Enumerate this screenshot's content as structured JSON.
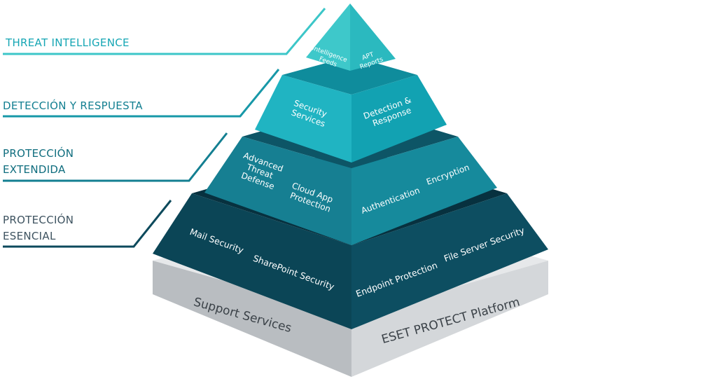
{
  "tiers": [
    {
      "label_lines": [
        "THREAT INTELLIGENCE"
      ],
      "color": "#3cc6c8",
      "left_labels": [
        [
          "Intelligence",
          "Feeds"
        ]
      ],
      "right_labels": [
        [
          "APT",
          "Reports"
        ]
      ]
    },
    {
      "label_lines": [
        "DETECCIÓN Y RESPUESTA"
      ],
      "color": "#16a6b4",
      "left_labels": [
        [
          "Security",
          "Services"
        ]
      ],
      "right_labels": [
        [
          "Detection &",
          "Response"
        ]
      ]
    },
    {
      "label_lines": [
        "PROTECCIÓN",
        "EXTENDIDA"
      ],
      "color": "#137f91",
      "left_labels": [
        [
          "Advanced",
          "Threat",
          "Defense"
        ],
        [
          "Cloud App",
          "Protection"
        ]
      ],
      "right_labels": [
        [
          "Authentication"
        ],
        [
          "Encryption"
        ]
      ]
    },
    {
      "label_lines": [
        "PROTECCIÓN",
        "ESENCIAL"
      ],
      "color": "#0d4a5c",
      "left_labels": [
        [
          "Mail Security"
        ],
        [
          "SharePoint Security"
        ]
      ],
      "right_labels": [
        [
          "Endpoint Protection"
        ],
        [
          "File Server Security"
        ]
      ]
    }
  ],
  "base": {
    "left_label": "Support Services",
    "right_label": "ESET PROTECT Platform",
    "color": "#c9cdd1"
  }
}
